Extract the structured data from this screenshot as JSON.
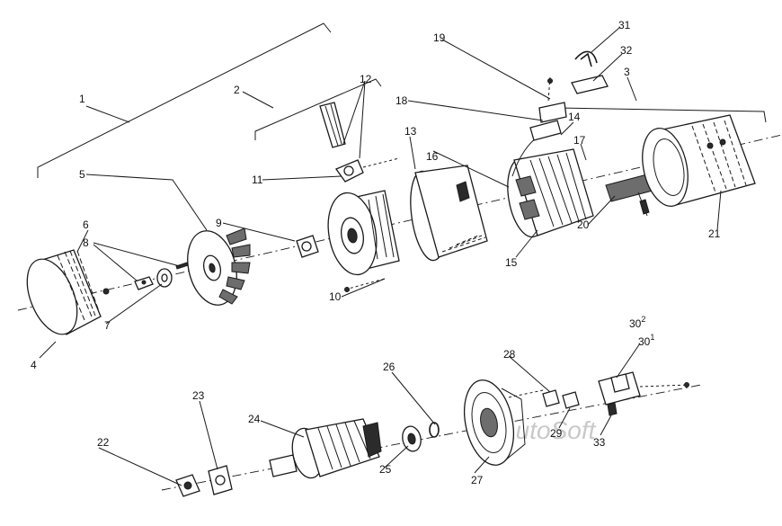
{
  "diagram": {
    "watermark": "AutoSoft",
    "callouts": {
      "c1": "1",
      "c2": "2",
      "c3": "3",
      "c4": "4",
      "c5": "5",
      "c6": "6",
      "c7": "7",
      "c8": "8",
      "c9": "9",
      "c10": "10",
      "c11": "11",
      "c12": "12",
      "c13": "13",
      "c14": "14",
      "c15": "15",
      "c16": "16",
      "c17": "17",
      "c18": "18",
      "c19": "19",
      "c20": "20",
      "c21": "21",
      "c22": "22",
      "c23": "23",
      "c24": "24",
      "c25": "25",
      "c26": "26",
      "c27": "27",
      "c28": "28",
      "c29": "29",
      "c30_2": "30",
      "c30_2_sup": "2",
      "c30_1": "30",
      "c30_1_sup": "1",
      "c31": "31",
      "c32": "32",
      "c33": "33"
    }
  }
}
